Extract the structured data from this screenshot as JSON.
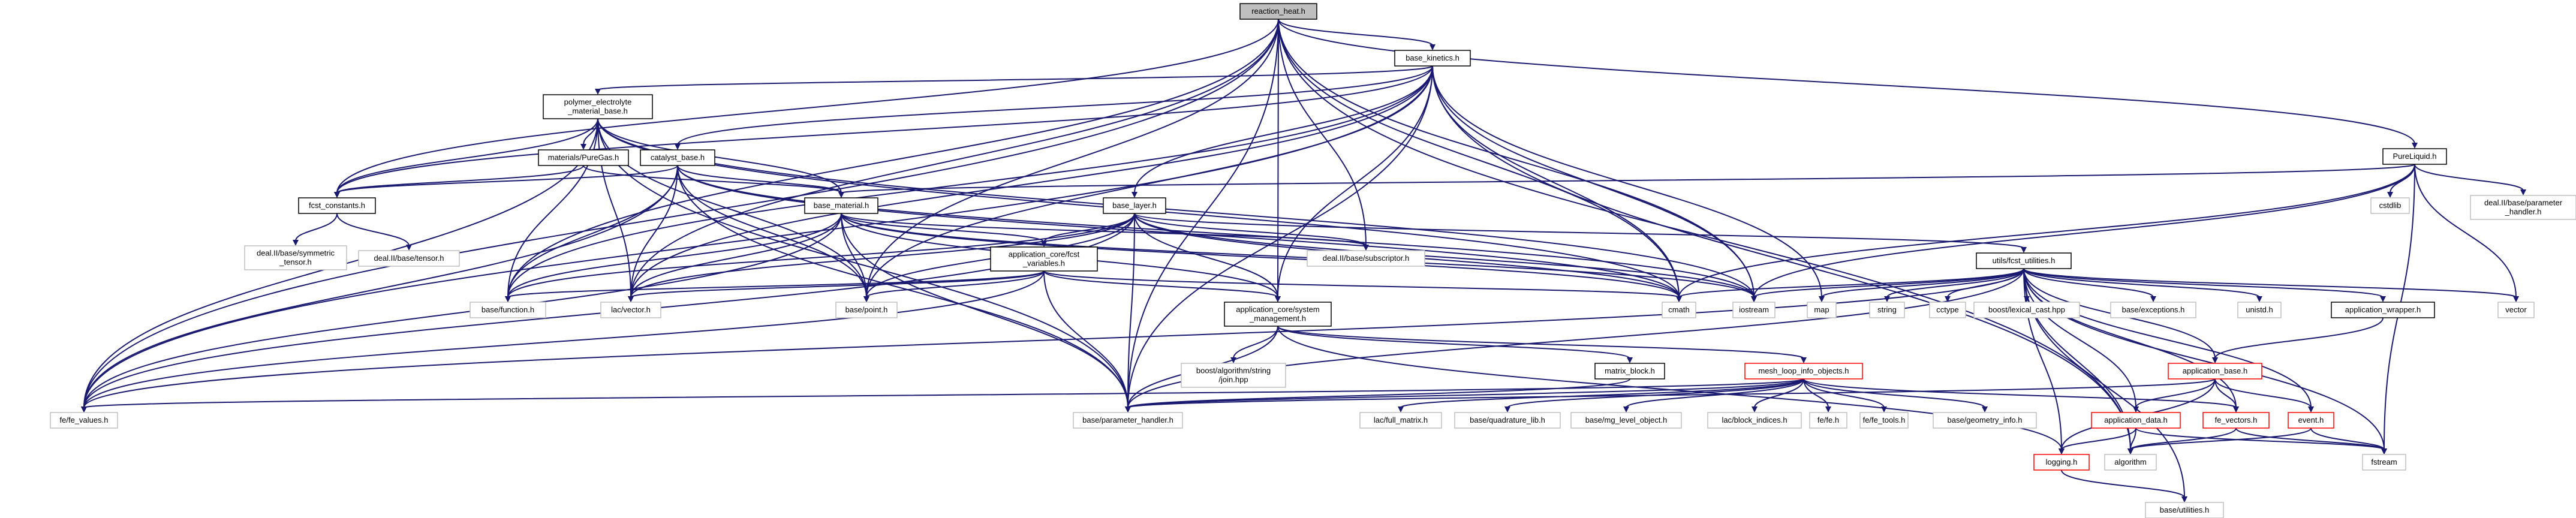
{
  "graph": {
    "title": "reaction_heat.h",
    "colors": {
      "edge": "#191970",
      "node_border_gray": "#bfbfbf",
      "node_border_black": "#000000",
      "node_border_red": "#ff0000",
      "root_fill": "#bfbfbf",
      "node_fill": "#ffffff"
    },
    "nodes": [
      {
        "id": "reaction_heat",
        "label": "reaction_heat.h",
        "style": "root"
      },
      {
        "id": "base_kinetics",
        "label": "base_kinetics.h",
        "style": "black"
      },
      {
        "id": "PureLiquid",
        "label": "PureLiquid.h",
        "style": "black"
      },
      {
        "id": "polymer",
        "label": "polymer_electrolyte\n_material_base.h",
        "style": "black"
      },
      {
        "id": "catalyst_base",
        "label": "catalyst_base.h",
        "style": "black"
      },
      {
        "id": "PureGas",
        "label": "materials/PureGas.h",
        "style": "black"
      },
      {
        "id": "fcst_constants",
        "label": "fcst_constants.h",
        "style": "black"
      },
      {
        "id": "base_material",
        "label": "base_material.h",
        "style": "black"
      },
      {
        "id": "base_layer",
        "label": "base_layer.h",
        "style": "black"
      },
      {
        "id": "fcst_variables",
        "label": "application_core/fcst\n_variables.h",
        "style": "black"
      },
      {
        "id": "system_management",
        "label": "application_core/system\n_management.h",
        "style": "black"
      },
      {
        "id": "fcst_utilities",
        "label": "utils/fcst_utilities.h",
        "style": "black"
      },
      {
        "id": "matrix_block",
        "label": "matrix_block.h",
        "style": "black"
      },
      {
        "id": "mesh_loop",
        "label": "mesh_loop_info_objects.h",
        "style": "red"
      },
      {
        "id": "application_wrapper",
        "label": "application_wrapper.h",
        "style": "black"
      },
      {
        "id": "application_base",
        "label": "application_base.h",
        "style": "red"
      },
      {
        "id": "application_data",
        "label": "application_data.h",
        "style": "red"
      },
      {
        "id": "fe_vectors",
        "label": "fe_vectors.h",
        "style": "red"
      },
      {
        "id": "event",
        "label": "event.h",
        "style": "red"
      },
      {
        "id": "logging",
        "label": "logging.h",
        "style": "red"
      },
      {
        "id": "symmetric_tensor",
        "label": "deal.II/base/symmetric\n_tensor.h",
        "style": "gray"
      },
      {
        "id": "tensor",
        "label": "deal.II/base/tensor.h",
        "style": "gray"
      },
      {
        "id": "subscriptor",
        "label": "deal.II/base/subscriptor.h",
        "style": "gray"
      },
      {
        "id": "param_handler_dealii",
        "label": "deal.II/base/parameter\n_handler.h",
        "style": "gray"
      },
      {
        "id": "cstdlib",
        "label": "cstdlib",
        "style": "gray"
      },
      {
        "id": "base_function",
        "label": "base/function.h",
        "style": "gray"
      },
      {
        "id": "lac_vector",
        "label": "lac/vector.h",
        "style": "gray"
      },
      {
        "id": "base_point",
        "label": "base/point.h",
        "style": "gray"
      },
      {
        "id": "cmath",
        "label": "cmath",
        "style": "gray"
      },
      {
        "id": "iostream",
        "label": "iostream",
        "style": "gray"
      },
      {
        "id": "map",
        "label": "map",
        "style": "gray"
      },
      {
        "id": "string",
        "label": "string",
        "style": "gray"
      },
      {
        "id": "cctype",
        "label": "cctype",
        "style": "gray"
      },
      {
        "id": "lexical_cast",
        "label": "boost/lexical_cast.hpp",
        "style": "gray"
      },
      {
        "id": "base_exceptions",
        "label": "base/exceptions.h",
        "style": "gray"
      },
      {
        "id": "unistd",
        "label": "unistd.h",
        "style": "gray"
      },
      {
        "id": "vector",
        "label": "vector",
        "style": "gray"
      },
      {
        "id": "boost_join",
        "label": "boost/algorithm/string\n/join.hpp",
        "style": "gray"
      },
      {
        "id": "fe_values",
        "label": "fe/fe_values.h",
        "style": "gray"
      },
      {
        "id": "base_param_handler",
        "label": "base/parameter_handler.h",
        "style": "gray"
      },
      {
        "id": "full_matrix",
        "label": "lac/full_matrix.h",
        "style": "gray"
      },
      {
        "id": "quadrature_lib",
        "label": "base/quadrature_lib.h",
        "style": "gray"
      },
      {
        "id": "mg_level_object",
        "label": "base/mg_level_object.h",
        "style": "gray"
      },
      {
        "id": "block_indices",
        "label": "lac/block_indices.h",
        "style": "gray"
      },
      {
        "id": "fe_h",
        "label": "fe/fe.h",
        "style": "gray"
      },
      {
        "id": "fe_tools",
        "label": "fe/fe_tools.h",
        "style": "gray"
      },
      {
        "id": "geometry_info",
        "label": "base/geometry_info.h",
        "style": "gray"
      },
      {
        "id": "algorithm",
        "label": "algorithm",
        "style": "gray"
      },
      {
        "id": "fstream",
        "label": "fstream",
        "style": "gray"
      },
      {
        "id": "base_utilities",
        "label": "base/utilities.h",
        "style": "gray"
      }
    ],
    "edges": [
      [
        "reaction_heat",
        "base_kinetics"
      ],
      [
        "reaction_heat",
        "PureLiquid"
      ],
      [
        "reaction_heat",
        "fcst_constants"
      ],
      [
        "reaction_heat",
        "base_function"
      ],
      [
        "reaction_heat",
        "lac_vector"
      ],
      [
        "reaction_heat",
        "base_point"
      ],
      [
        "reaction_heat",
        "fe_values"
      ],
      [
        "reaction_heat",
        "cmath"
      ],
      [
        "reaction_heat",
        "iostream"
      ],
      [
        "reaction_heat",
        "subscriptor"
      ],
      [
        "reaction_heat",
        "system_management"
      ],
      [
        "reaction_heat",
        "base_param_handler"
      ],
      [
        "reaction_heat",
        "algorithm"
      ],
      [
        "base_kinetics",
        "polymer"
      ],
      [
        "base_kinetics",
        "catalyst_base"
      ],
      [
        "base_kinetics",
        "base_layer"
      ],
      [
        "base_kinetics",
        "fcst_constants"
      ],
      [
        "base_kinetics",
        "base_function"
      ],
      [
        "base_kinetics",
        "lac_vector"
      ],
      [
        "base_kinetics",
        "base_point"
      ],
      [
        "base_kinetics",
        "fe_values"
      ],
      [
        "base_kinetics",
        "cmath"
      ],
      [
        "base_kinetics",
        "iostream"
      ],
      [
        "base_kinetics",
        "map"
      ],
      [
        "base_kinetics",
        "system_management"
      ],
      [
        "base_kinetics",
        "base_param_handler"
      ],
      [
        "base_kinetics",
        "algorithm"
      ],
      [
        "polymer",
        "PureGas"
      ],
      [
        "polymer",
        "base_material"
      ],
      [
        "polymer",
        "fcst_constants"
      ],
      [
        "polymer",
        "base_function"
      ],
      [
        "polymer",
        "lac_vector"
      ],
      [
        "polymer",
        "base_point"
      ],
      [
        "polymer",
        "cmath"
      ],
      [
        "polymer",
        "iostream"
      ],
      [
        "polymer",
        "fe_values"
      ],
      [
        "polymer",
        "base_param_handler"
      ],
      [
        "catalyst_base",
        "base_material"
      ],
      [
        "catalyst_base",
        "fcst_constants"
      ],
      [
        "catalyst_base",
        "base_function"
      ],
      [
        "catalyst_base",
        "lac_vector"
      ],
      [
        "catalyst_base",
        "base_point"
      ],
      [
        "catalyst_base",
        "cmath"
      ],
      [
        "catalyst_base",
        "iostream"
      ],
      [
        "catalyst_base",
        "fe_values"
      ],
      [
        "catalyst_base",
        "base_param_handler"
      ],
      [
        "PureGas",
        "base_material"
      ],
      [
        "PureGas",
        "fcst_constants"
      ],
      [
        "fcst_constants",
        "symmetric_tensor"
      ],
      [
        "fcst_constants",
        "tensor"
      ],
      [
        "base_material",
        "fcst_variables"
      ],
      [
        "base_material",
        "system_management"
      ],
      [
        "base_material",
        "subscriptor"
      ],
      [
        "base_material",
        "base_function"
      ],
      [
        "base_material",
        "lac_vector"
      ],
      [
        "base_material",
        "base_point"
      ],
      [
        "base_material",
        "cmath"
      ],
      [
        "base_material",
        "iostream"
      ],
      [
        "base_material",
        "fe_values"
      ],
      [
        "base_material",
        "base_param_handler"
      ],
      [
        "base_layer",
        "fcst_variables"
      ],
      [
        "base_layer",
        "system_management"
      ],
      [
        "base_layer",
        "fcst_utilities"
      ],
      [
        "base_layer",
        "base_function"
      ],
      [
        "base_layer",
        "lac_vector"
      ],
      [
        "base_layer",
        "base_point"
      ],
      [
        "base_layer",
        "cmath"
      ],
      [
        "base_layer",
        "iostream"
      ],
      [
        "base_layer",
        "fe_values"
      ],
      [
        "base_layer",
        "base_param_handler"
      ],
      [
        "base_layer",
        "subscriptor"
      ],
      [
        "fcst_variables",
        "system_management"
      ],
      [
        "fcst_variables",
        "base_function"
      ],
      [
        "fcst_variables",
        "lac_vector"
      ],
      [
        "fcst_variables",
        "base_point"
      ],
      [
        "fcst_variables",
        "fe_values"
      ],
      [
        "fcst_variables",
        "base_param_handler"
      ],
      [
        "fcst_variables",
        "cmath"
      ],
      [
        "system_management",
        "boost_join"
      ],
      [
        "system_management",
        "matrix_block"
      ],
      [
        "system_management",
        "mesh_loop"
      ],
      [
        "system_management",
        "base_param_handler"
      ],
      [
        "system_management",
        "logging"
      ],
      [
        "PureLiquid",
        "base_material"
      ],
      [
        "PureLiquid",
        "param_handler_dealii"
      ],
      [
        "PureLiquid",
        "cstdlib"
      ],
      [
        "PureLiquid",
        "cmath"
      ],
      [
        "PureLiquid",
        "iostream"
      ],
      [
        "PureLiquid",
        "vector"
      ],
      [
        "PureLiquid",
        "fstream"
      ],
      [
        "fcst_utilities",
        "cmath"
      ],
      [
        "fcst_utilities",
        "iostream"
      ],
      [
        "fcst_utilities",
        "map"
      ],
      [
        "fcst_utilities",
        "string"
      ],
      [
        "fcst_utilities",
        "cctype"
      ],
      [
        "fcst_utilities",
        "lexical_cast"
      ],
      [
        "fcst_utilities",
        "base_exceptions"
      ],
      [
        "fcst_utilities",
        "unistd"
      ],
      [
        "fcst_utilities",
        "application_wrapper"
      ],
      [
        "fcst_utilities",
        "vector"
      ],
      [
        "fcst_utilities",
        "base_utilities"
      ],
      [
        "fcst_utilities",
        "algorithm"
      ],
      [
        "fcst_utilities",
        "fstream"
      ],
      [
        "fcst_utilities",
        "application_base"
      ],
      [
        "fcst_utilities",
        "application_data"
      ],
      [
        "fcst_utilities",
        "fe_vectors"
      ],
      [
        "fcst_utilities",
        "event"
      ],
      [
        "fcst_utilities",
        "logging"
      ],
      [
        "fcst_utilities",
        "base_param_handler"
      ],
      [
        "fcst_utilities",
        "fe_values"
      ],
      [
        "application_wrapper",
        "application_base"
      ],
      [
        "application_base",
        "application_data"
      ],
      [
        "application_base",
        "fe_vectors"
      ],
      [
        "application_base",
        "event"
      ],
      [
        "application_base",
        "logging"
      ],
      [
        "application_base",
        "base_param_handler"
      ],
      [
        "application_data",
        "logging"
      ],
      [
        "application_data",
        "algorithm"
      ],
      [
        "application_data",
        "fstream"
      ],
      [
        "fe_vectors",
        "algorithm"
      ],
      [
        "fe_vectors",
        "fstream"
      ],
      [
        "event",
        "algorithm"
      ],
      [
        "event",
        "fstream"
      ],
      [
        "logging",
        "base_utilities"
      ],
      [
        "matrix_block",
        "base_param_handler"
      ],
      [
        "mesh_loop",
        "fe_values"
      ],
      [
        "mesh_loop",
        "base_param_handler"
      ],
      [
        "mesh_loop",
        "full_matrix"
      ],
      [
        "mesh_loop",
        "quadrature_lib"
      ],
      [
        "mesh_loop",
        "mg_level_object"
      ],
      [
        "mesh_loop",
        "block_indices"
      ],
      [
        "mesh_loop",
        "fe_h"
      ],
      [
        "mesh_loop",
        "fe_tools"
      ],
      [
        "mesh_loop",
        "geometry_info"
      ],
      [
        "mesh_loop",
        "fe_vectors"
      ]
    ]
  }
}
